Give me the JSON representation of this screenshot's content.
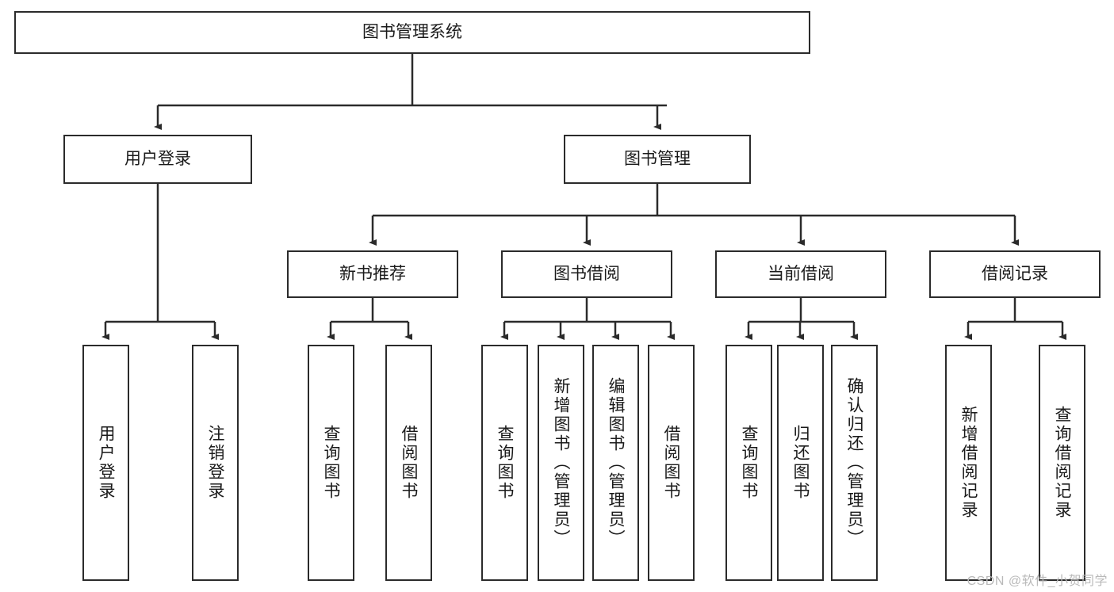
{
  "diagram": {
    "title": "图书管理系统",
    "type": "functional-structure-tree",
    "watermark": "CSDN @软件_小贺同学",
    "colors": {
      "node_border": "#2b2b2b",
      "node_fill": "#ffffff",
      "edge": "#2b2b2b",
      "text": "#1a1a1a",
      "watermark": "#b9b9b9"
    },
    "levels": [
      {
        "level": 1,
        "nodes": [
          {
            "id": "root",
            "label": "图书管理系统",
            "orientation": "horizontal"
          }
        ]
      },
      {
        "level": 2,
        "nodes": [
          {
            "id": "login",
            "label": "用户登录",
            "orientation": "horizontal"
          },
          {
            "id": "bookmgmt",
            "label": "图书管理",
            "orientation": "horizontal"
          }
        ]
      },
      {
        "level": 3,
        "nodes": [
          {
            "id": "newbook",
            "label": "新书推荐",
            "orientation": "horizontal"
          },
          {
            "id": "borrow",
            "label": "图书借阅",
            "orientation": "horizontal"
          },
          {
            "id": "current",
            "label": "当前借阅",
            "orientation": "horizontal"
          },
          {
            "id": "records",
            "label": "借阅记录",
            "orientation": "horizontal"
          }
        ]
      },
      {
        "level": 4,
        "nodes": [
          {
            "id": "leaf-user-login",
            "label": "用户登录",
            "orientation": "vertical",
            "parent": "login"
          },
          {
            "id": "leaf-user-logout",
            "label": "注销登录",
            "orientation": "vertical",
            "parent": "login"
          },
          {
            "id": "leaf-newbook-query",
            "label": "查询图书",
            "orientation": "vertical",
            "parent": "newbook"
          },
          {
            "id": "leaf-newbook-borrow",
            "label": "借阅图书",
            "orientation": "vertical",
            "parent": "newbook"
          },
          {
            "id": "leaf-borrow-query",
            "label": "查询图书",
            "orientation": "vertical",
            "parent": "borrow"
          },
          {
            "id": "leaf-borrow-add",
            "label": "新增图书（管理员）",
            "orientation": "vertical",
            "parent": "borrow"
          },
          {
            "id": "leaf-borrow-edit",
            "label": "编辑图书（管理员）",
            "orientation": "vertical",
            "parent": "borrow"
          },
          {
            "id": "leaf-borrow-lend",
            "label": "借阅图书",
            "orientation": "vertical",
            "parent": "borrow"
          },
          {
            "id": "leaf-current-query",
            "label": "查询图书",
            "orientation": "vertical",
            "parent": "current"
          },
          {
            "id": "leaf-current-return",
            "label": "归还图书",
            "orientation": "vertical",
            "parent": "current"
          },
          {
            "id": "leaf-current-confirm",
            "label": "确认归还（管理员）",
            "orientation": "vertical",
            "parent": "current"
          },
          {
            "id": "leaf-records-add",
            "label": "新增借阅记录",
            "orientation": "vertical",
            "parent": "records"
          },
          {
            "id": "leaf-records-query",
            "label": "查询借阅记录",
            "orientation": "vertical",
            "parent": "records"
          }
        ]
      }
    ]
  }
}
